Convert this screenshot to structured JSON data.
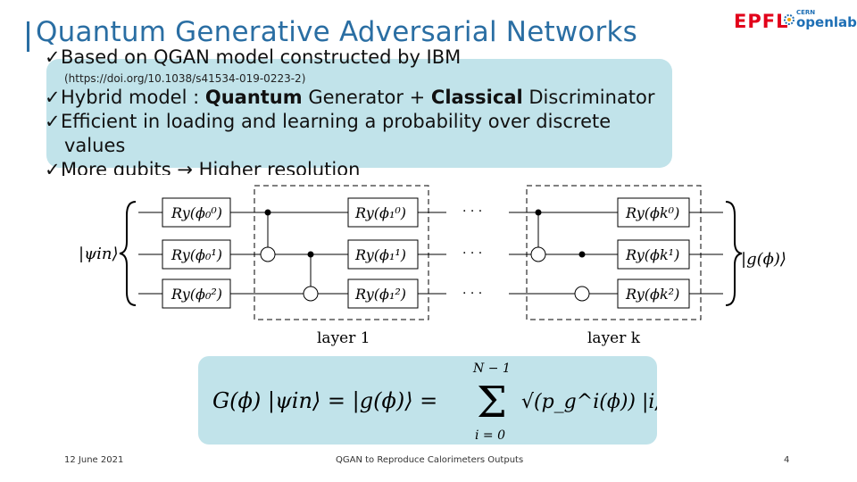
{
  "slide": {
    "title": "Quantum Generative Adversarial Networks",
    "bullets": [
      "Based on QGAN model constructed by IBM",
      "Hybrid model : ",
      "Efficient in loading and learning a probability over discrete",
      "More qubits → Higher resolution"
    ],
    "bullet1_ref": "(https://doi.org/10.1038/s41534-019-0223-2)",
    "bullet2_bold1": "Quantum",
    "bullet2_mid": " Generator + ",
    "bullet2_bold2": "Classical",
    "bullet2_end": " Discriminator",
    "bullet3_cont": "values",
    "check_glyph": "✓",
    "footer_date": "12 June 2021",
    "footer_title": "QGAN to Reproduce Calorimeters Outputs",
    "page_number": "4"
  },
  "logos": {
    "epfl": "EPFL",
    "cern_small": "CERN",
    "cern_main": "openlab"
  },
  "circuit": {
    "input_state": "|ψin⟩",
    "output_state": "|g(ϕ)⟩",
    "layer1_label": "layer 1",
    "layerk_label": "layer k",
    "gates_col1": [
      "Ry(ϕ₀⁰)",
      "Ry(ϕ₀¹)",
      "Ry(ϕ₀²)"
    ],
    "gates_col2": [
      "Ry(ϕ₁⁰)",
      "Ry(ϕ₁¹)",
      "Ry(ϕ₁²)"
    ],
    "gates_colk": [
      "Ry(ϕk⁰)",
      "Ry(ϕk¹)",
      "Ry(ϕk²)"
    ],
    "dots": "· · ·"
  },
  "equation": {
    "lhs": "G(ϕ) |ψin⟩ = |g(ϕ)⟩ =",
    "sum_top": "N − 1",
    "sum_bottom": "i = 0",
    "term": "√(p_g^i(ϕ)) |i⟩"
  },
  "colors": {
    "title": "#2a6ea3",
    "box": "#c1e3ea",
    "epfl": "#e2001a",
    "cern": "#1e6fb5"
  }
}
